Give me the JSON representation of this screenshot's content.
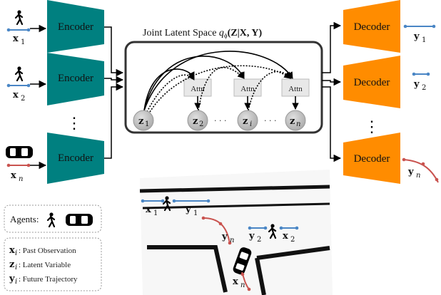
{
  "encoders": [
    {
      "label": "Encoder",
      "input": "x",
      "index": "1"
    },
    {
      "label": "Encoder",
      "input": "x",
      "index": "2"
    },
    {
      "label": "Encoder",
      "input": "x",
      "index": "n"
    }
  ],
  "decoders": [
    {
      "label": "Decoder",
      "output": "y",
      "index": "1"
    },
    {
      "label": "Decoder",
      "output": "y",
      "index": "2"
    },
    {
      "label": "Decoder",
      "output": "y",
      "index": "n"
    }
  ],
  "latent": {
    "title_prefix": "Joint Latent Space ",
    "title_q": "q",
    "title_phi": "ϕ",
    "title_args": "(Z|X, Y)",
    "nodes": [
      {
        "sym": "z",
        "sub": "1"
      },
      {
        "sym": "z",
        "sub": "2"
      },
      {
        "sym": "z",
        "sub": "i"
      },
      {
        "sym": "z",
        "sub": "n"
      }
    ],
    "attn_label": "Attn",
    "dots": "· · ·"
  },
  "vertical_dots": "⋮",
  "legend": {
    "agents_label": "Agents:",
    "items": [
      {
        "sym": "x",
        "sub": "i",
        "text": ": Past Observation"
      },
      {
        "sym": "z",
        "sub": "i",
        "text": ": Latent Variable"
      },
      {
        "sym": "y",
        "sub": "i",
        "text": ": Future Trajectory"
      }
    ]
  },
  "scene_labels": [
    {
      "sym": "x",
      "sub": "1"
    },
    {
      "sym": "y",
      "sub": "1"
    },
    {
      "sym": "y",
      "sub": "n"
    },
    {
      "sym": "y",
      "sub": "2"
    },
    {
      "sym": "x",
      "sub": "2"
    },
    {
      "sym": "x",
      "sub": "n"
    }
  ],
  "colors": {
    "encoder": "#008080",
    "decoder": "#ff8c00",
    "past": "#4a86c5",
    "future_ped": "#4a86c5",
    "future_car": "#c9534f",
    "node": "#b8b8b8",
    "attn_box": "#e8e8e8"
  }
}
